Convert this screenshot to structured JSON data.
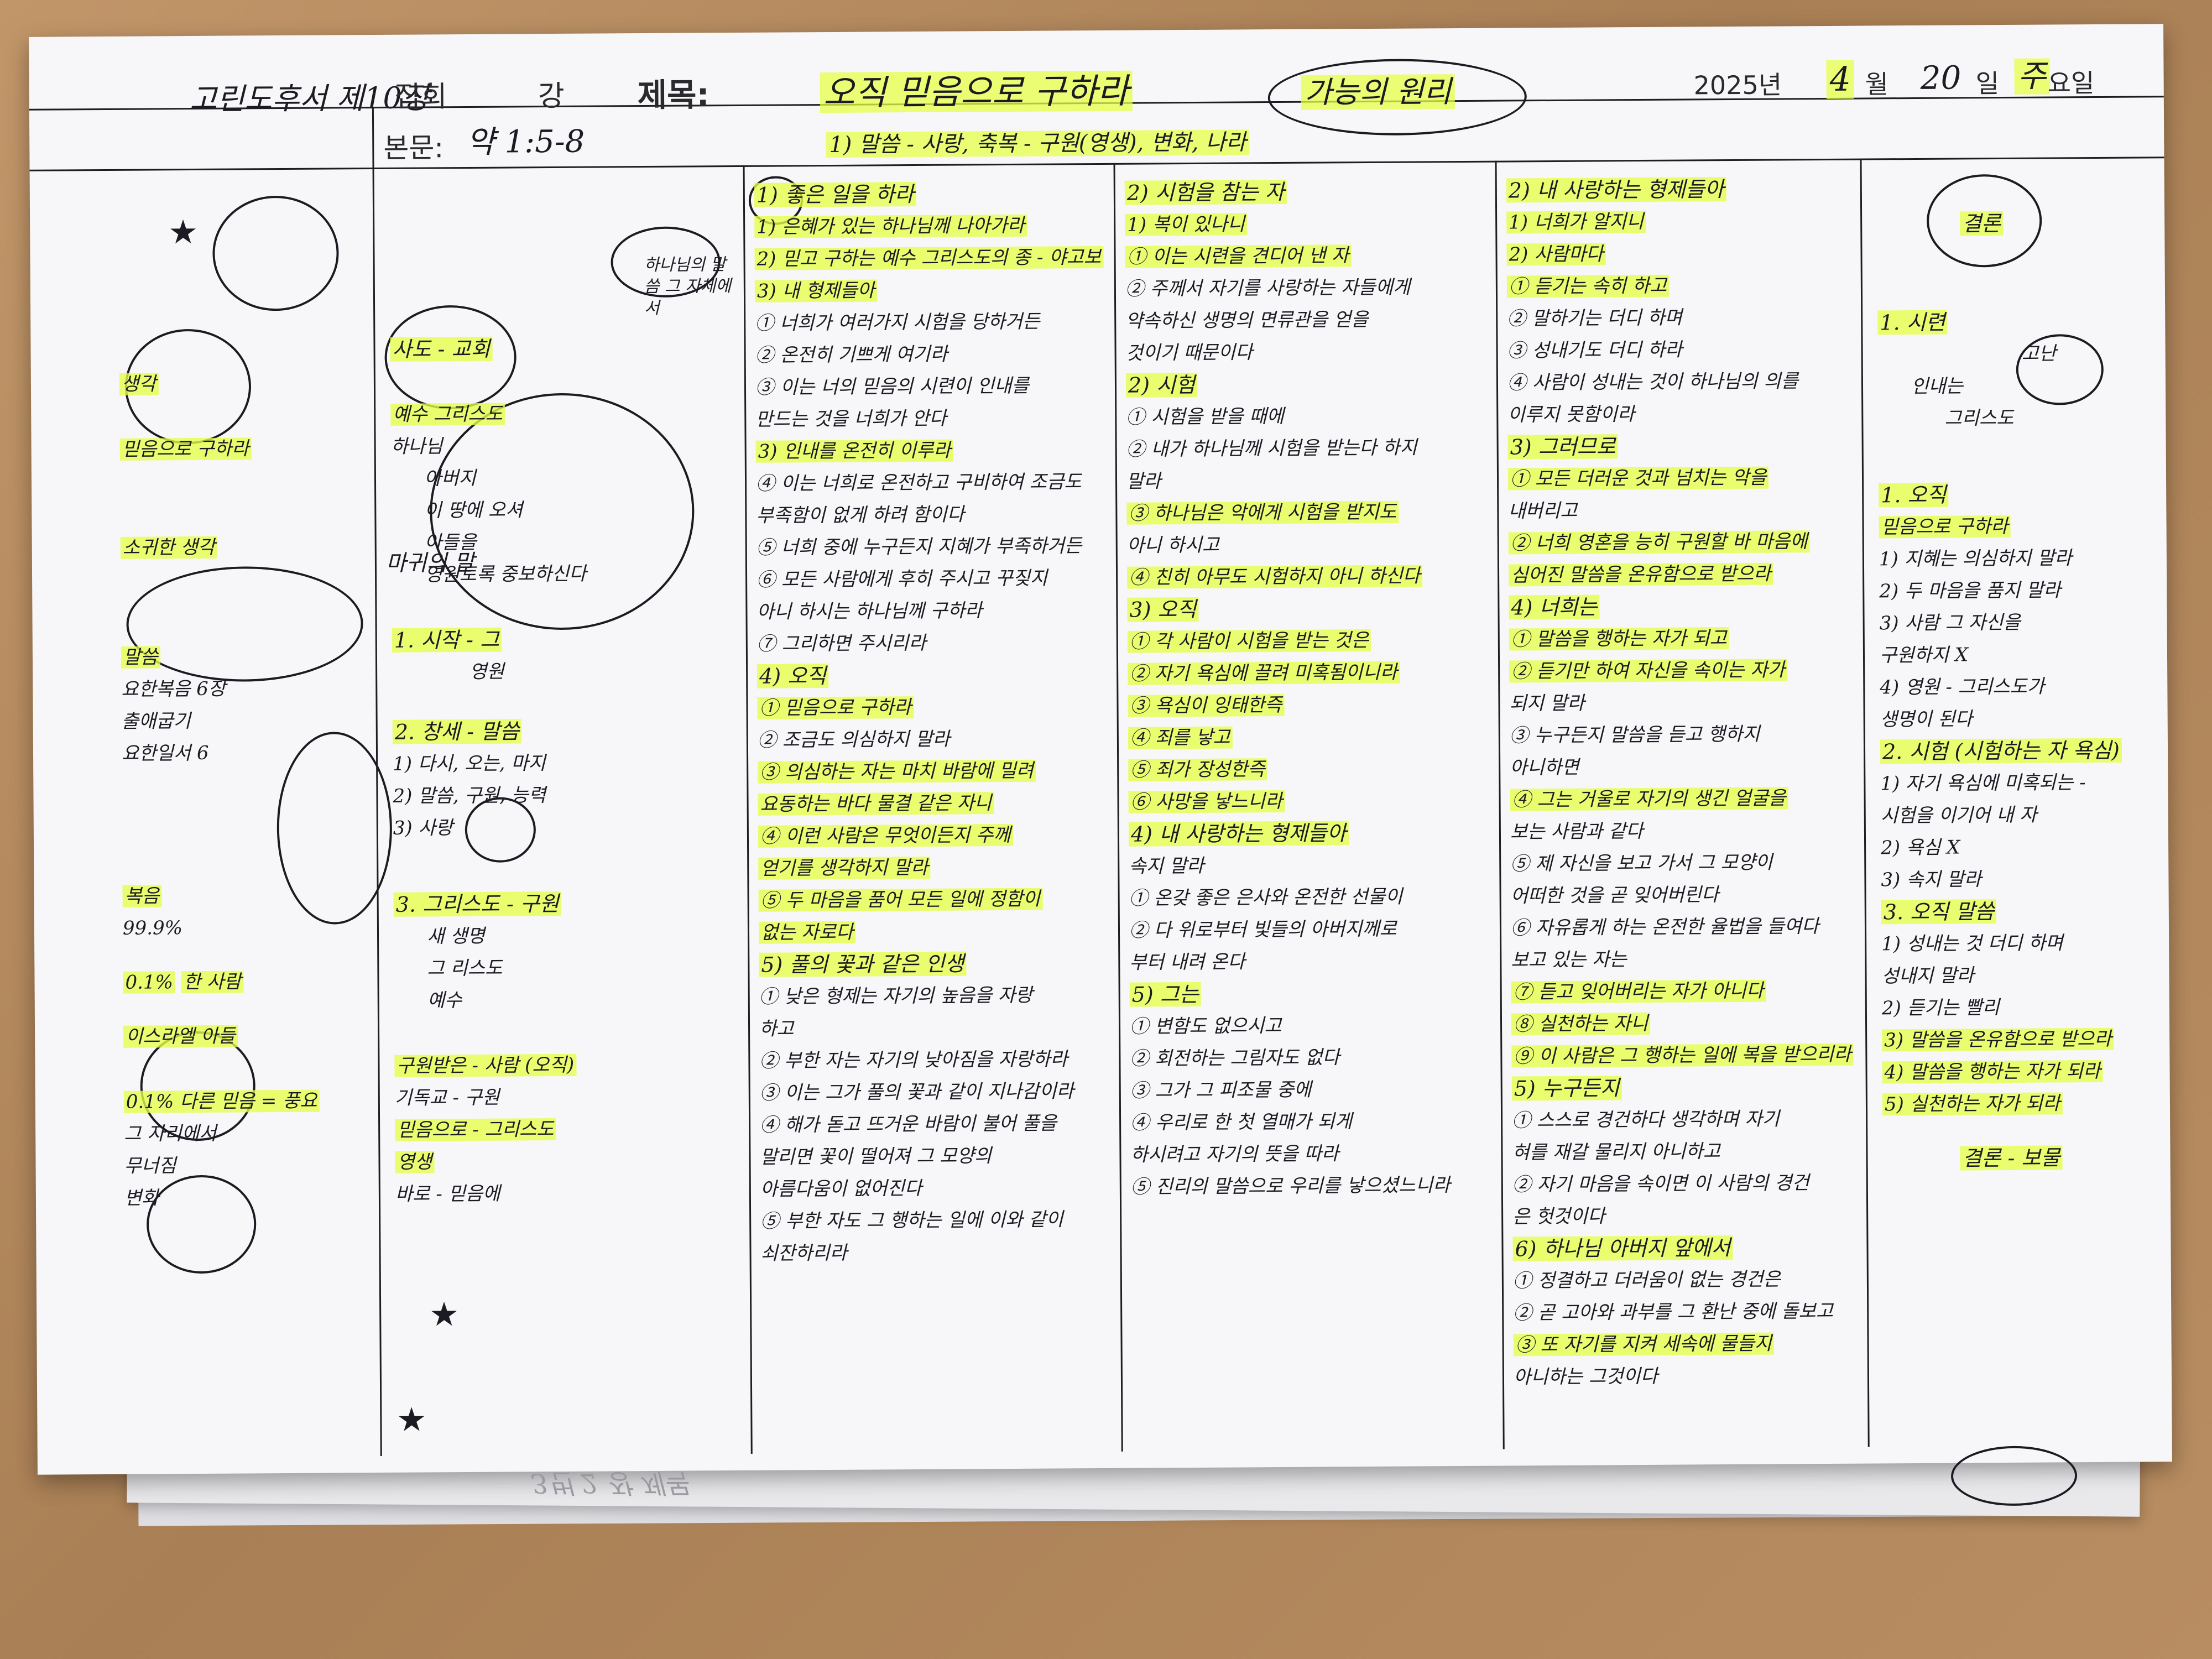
{
  "header": {
    "left_note": "고린도후서 제10장",
    "meeting": "집회",
    "kang": "강",
    "title_label": "제목:",
    "title_text": "오직 믿음으로 구하라",
    "title_circled": "가능의 원리",
    "year": "2025년",
    "month_num": "4",
    "month_label": "월",
    "day_num": "20",
    "day_label": "일",
    "weekday_num": "주",
    "weekday_label": "요일",
    "text_label": "본문:",
    "text_ref": "약 1:5-8",
    "subtitle": "1) 말씀 - 사랑, 축복 - 구원(영생), 변화, 나라"
  },
  "col0": {
    "lines": [
      "생각",
      "믿음으로 구하라",
      "소귀한 생각",
      "말씀",
      "요한복음 6장",
      "출애굽기",
      "요한일서 6",
      "복음",
      "99.9%",
      "0.1%",
      "한 사람",
      "이스라엘 아들",
      "0.1% 다른 믿음 = 풍요",
      "그 자리에서",
      "무너짐",
      "변화"
    ],
    "circled": "마귀의 말"
  },
  "col1": {
    "lines": [
      "사도 - 교회",
      "예수 그리스도",
      "하나님",
      "아버지",
      "이 땅에 오셔",
      "아들을",
      "영원토록 중보하신다",
      "1. 시작 - 그",
      "영원",
      "2. 창세 - 말씀",
      "1) 다시, 오는, 마지",
      "2) 말씀, 구원, 능력",
      "3) 사랑",
      "3. 그리스도 - 구원",
      "새 생명",
      "그 리스도",
      "예수",
      "구원받은 - 사람 (오직)",
      "기독교 - 구원",
      "믿음으로 - 그리스도",
      "영생",
      "바로 - 믿음에"
    ],
    "side_note": "하나님의 말씀 그 자체에서"
  },
  "col2": {
    "lines": [
      "1) 좋은 일을 하라",
      "1) 은혜가 있는 하나님께 나아가라",
      "2) 믿고 구하는 예수 그리스도의 종 - 야고보",
      "3) 내 형제들아",
      "① 너희가 여러가지 시험을 당하거든",
      "② 온전히 기쁘게 여기라",
      "③ 이는 너의 믿음의 시련이 인내를",
      "   만드는 것을 너희가 안다",
      "3) 인내를 온전히 이루라",
      "④ 이는 너희로 온전하고 구비하여 조금도",
      "   부족함이 없게 하려 함이다",
      "⑤ 너희 중에 누구든지 지혜가 부족하거든",
      "⑥ 모든 사람에게 후히 주시고 꾸짖지",
      "   아니 하시는 하나님께 구하라",
      "⑦ 그리하면 주시리라",
      "4) 오직",
      "① 믿음으로 구하라",
      "② 조금도 의심하지 말라",
      "③ 의심하는 자는 마치 바람에 밀려",
      "   요동하는 바다 물결 같은 자니",
      "④ 이런 사람은 무엇이든지 주께",
      "   얻기를 생각하지 말라",
      "⑤ 두 마음을 품어 모든 일에 정함이",
      "   없는 자로다",
      "5) 풀의 꽃과 같은 인생",
      "① 낮은 형제는 자기의 높음을 자랑",
      "   하고",
      "② 부한 자는 자기의 낮아짐을 자랑하라",
      "③ 이는 그가 풀의 꽃과 같이 지나감이라",
      "④ 해가 돋고 뜨거운 바람이 불어 풀을",
      "   말리면 꽃이 떨어져 그 모양의",
      "   아름다움이 없어진다",
      "⑤ 부한 자도 그 행하는 일에 이와 같이",
      "   쇠잔하리라"
    ]
  },
  "col3": {
    "lines": [
      "2) 시험을 참는 자",
      "1) 복이 있나니",
      "① 이는 시련을 견디어 낸 자",
      "② 주께서 자기를 사랑하는 자들에게",
      "   약속하신 생명의 면류관을 얻을",
      "   것이기 때문이다",
      "2) 시험",
      "① 시험을 받을 때에",
      "② 내가 하나님께 시험을 받는다 하지",
      "   말라",
      "③ 하나님은 악에게 시험을 받지도",
      "   아니 하시고",
      "④ 친히 아무도 시험하지 아니 하신다",
      "3) 오직",
      "① 각 사람이 시험을 받는 것은",
      "② 자기 욕심에 끌려 미혹됨이니라",
      "③ 욕심이 잉태한즉",
      "④ 죄를 낳고",
      "⑤ 죄가 장성한즉",
      "⑥ 사망을 낳느니라",
      "4) 내 사랑하는 형제들아",
      "   속지 말라",
      "① 온갖 좋은 은사와 온전한 선물이",
      "② 다 위로부터 빛들의 아버지께로",
      "   부터 내려 온다",
      "5) 그는",
      "① 변함도 없으시고",
      "② 회전하는 그림자도 없다",
      "③ 그가 그 피조물 중에",
      "④ 우리로 한 첫 열매가 되게",
      "   하시려고 자기의 뜻을 따라",
      "⑤ 진리의 말씀으로 우리를 낳으셨느니라"
    ]
  },
  "col4": {
    "lines": [
      "2) 내 사랑하는 형제들아",
      "1) 너희가 알지니",
      "2) 사람마다",
      "① 듣기는 속히 하고",
      "② 말하기는 더디 하며",
      "③ 성내기도 더디 하라",
      "④ 사람이 성내는 것이 하나님의 의를",
      "   이루지 못함이라",
      "3) 그러므로",
      "① 모든 더러운 것과 넘치는 악을",
      "   내버리고",
      "② 너희 영혼을 능히 구원할 바 마음에",
      "   심어진 말씀을 온유함으로 받으라",
      "4) 너희는",
      "① 말씀을 행하는 자가 되고",
      "② 듣기만 하여 자신을 속이는 자가",
      "   되지 말라",
      "③ 누구든지 말씀을 듣고 행하지",
      "   아니하면",
      "④ 그는 거울로 자기의 생긴 얼굴을",
      "   보는 사람과 같다",
      "⑤ 제 자신을 보고 가서 그 모양이",
      "   어떠한 것을 곧 잊어버린다",
      "⑥ 자유롭게 하는 온전한 율법을 들여다",
      "   보고 있는 자는",
      "⑦ 듣고 잊어버리는 자가 아니다",
      "⑧ 실천하는 자니",
      "⑨ 이 사람은 그 행하는 일에 복을 받으리라",
      "5) 누구든지",
      "① 스스로 경건하다 생각하며 자기",
      "   혀를 재갈 물리지 아니하고",
      "② 자기 마음을 속이면 이 사람의 경건",
      "   은 헛것이다",
      "6) 하나님 아버지 앞에서",
      "① 정결하고 더러움이 없는 경건은",
      "② 곧 고아와 과부를 그 환난 중에 돌보고",
      "③ 또 자기를 지켜 세속에 물들지",
      "   아니하는 그것이다"
    ]
  },
  "col5": {
    "lines": [
      "결론",
      "1. 시련",
      "고난",
      "인내는",
      "그리스도",
      "1. 오직",
      "믿음으로 구하라",
      "1) 지혜는 의심하지 말라",
      "2) 두 마음을 품지 말라",
      "3) 사람 그 자신을",
      "   구원하지 X",
      "4) 영원 - 그리스도가",
      "   생명이 된다",
      "2. 시험 (시험하는 자 욕심)",
      "1) 자기 욕심에 미혹되는 -",
      "   시험을 이기어 내 자",
      "2) 욕심 X",
      "3) 속지 말라",
      "3. 오직 말씀",
      "1) 성내는 것 더디 하며",
      "   성내지 말라",
      "2) 듣기는 빨리",
      "3) 말씀을 온유함으로 받으라",
      "4) 말씀을 행하는 자가 되라",
      "5) 실천하는 자가 되라",
      "결론 - 보물"
    ]
  },
  "bottom_reverse": "3번 2 장 제목"
}
